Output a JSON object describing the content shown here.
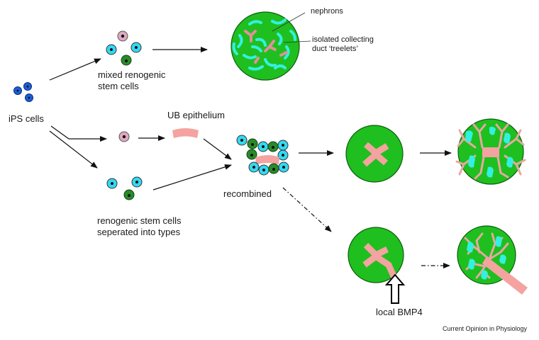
{
  "labels": {
    "nephrons": "nephrons",
    "isolated_line1": "isolated collecting",
    "isolated_line2": "duct ‘treelets’",
    "mixed_line1": "mixed renogenic",
    "mixed_line2": "stem cells",
    "ips": "iPS cells",
    "ub": "UB epithelium",
    "separated_line1": "renogenic stem cells",
    "separated_line2": "seperated into types",
    "recombined": "recombined",
    "bmp4": "local BMP4",
    "credit": "Current Opinion in Physiology"
  },
  "colors": {
    "ips_cell": "#1a5fd6",
    "stem_cell": "#33d9f2",
    "ub_cell": "#e0a8bf",
    "mesenchyme": "#1fbf1f",
    "dark_green_cell": "#2a8a2a",
    "ub_epithelium": "#f4a3a0",
    "nephron": "#33f0e0",
    "arrow": "#111111"
  }
}
